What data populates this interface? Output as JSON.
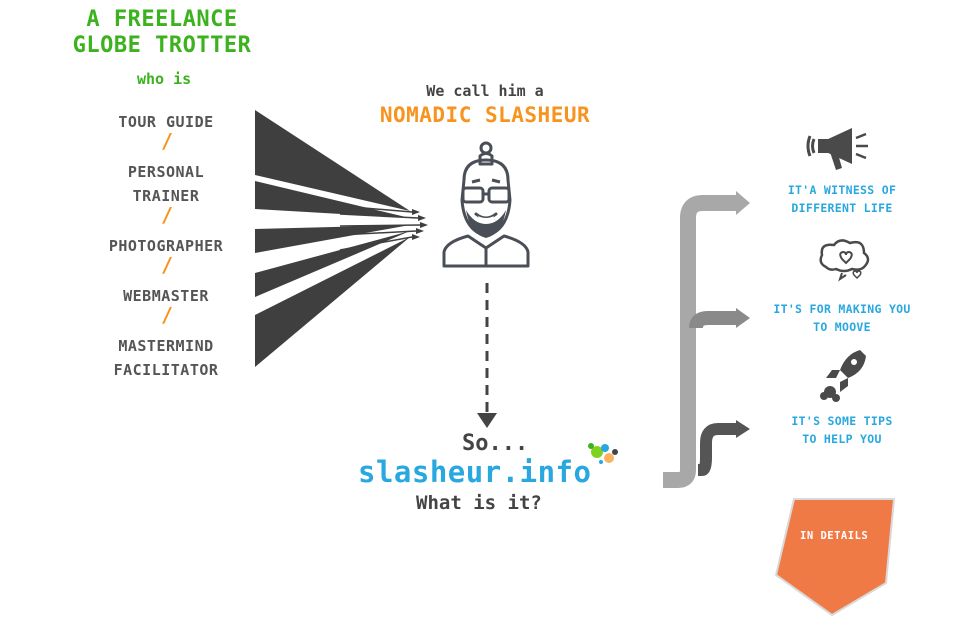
{
  "title": {
    "line1": "A FREELANCE",
    "line2": "GLOBE TROTTER",
    "who_is": "who is"
  },
  "roles": [
    {
      "line1": "TOUR GUIDE",
      "line2": ""
    },
    {
      "line1": "PERSONAL",
      "line2": "TRAINER"
    },
    {
      "line1": "PHOTOGRAPHER",
      "line2": ""
    },
    {
      "line1": "WEBMASTER",
      "line2": ""
    },
    {
      "line1": "MASTERMIND",
      "line2": "FACILITATOR"
    }
  ],
  "separator": "/",
  "center": {
    "call_him": "We call him a",
    "nomadic": "NOMADIC SLASHEUR",
    "so": "So...",
    "site": "slasheur.info",
    "what": "What is it?"
  },
  "features": [
    {
      "line1": "IT'A WITNESS OF",
      "line2": "DIFFERENT LIFE",
      "icon": "megaphone-icon"
    },
    {
      "line1": "IT'S FOR MAKING YOU",
      "line2": "TO MOOVE",
      "icon": "heart-cloud-icon"
    },
    {
      "line1": "IT'S SOME TIPS",
      "line2": "TO HELP YOU",
      "icon": "rocket-icon"
    }
  ],
  "cta": {
    "label": "IN DETAILS"
  },
  "colors": {
    "green": "#3cb21f",
    "orange": "#f7931e",
    "blue": "#29a8e0",
    "dark": "#444444",
    "cta": "#f07a45"
  }
}
